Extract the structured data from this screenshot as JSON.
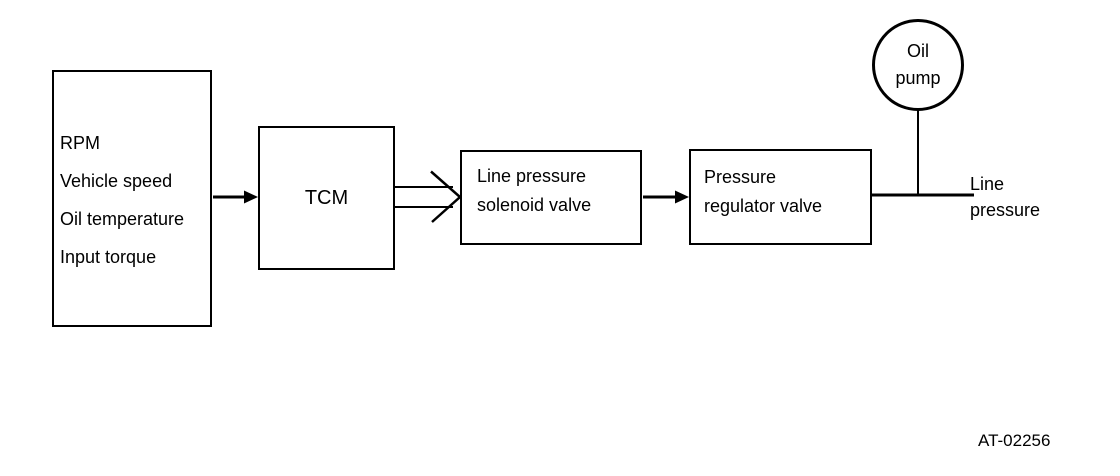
{
  "diagram": {
    "input_box": {
      "lines": [
        "RPM",
        "Vehicle speed",
        "Oil temperature",
        "Input torque"
      ]
    },
    "tcm_box": {
      "label": "TCM"
    },
    "solenoid_box": {
      "line1": "Line pressure",
      "line2": "solenoid valve"
    },
    "regulator_box": {
      "line1": "Pressure",
      "line2": "regulator valve"
    },
    "oil_pump": {
      "line1": "Oil",
      "line2": "pump"
    },
    "output_label": {
      "line1": "Line",
      "line2": "pressure"
    },
    "figure_code": "AT-02256",
    "colors": {
      "line": "#000000",
      "background": "#ffffff"
    }
  }
}
